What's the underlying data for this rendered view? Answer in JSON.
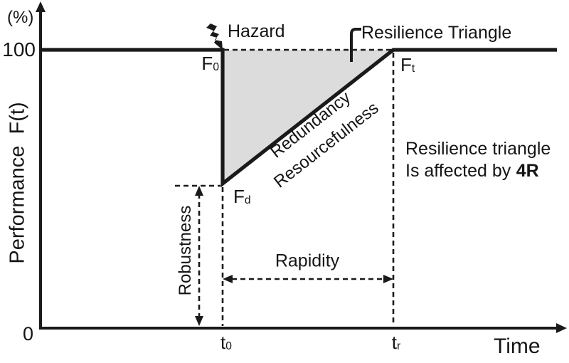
{
  "figure": {
    "colors": {
      "stroke": "#1a1a1a",
      "triangle_fill": "#dcdcdc",
      "background": "#ffffff"
    },
    "icons": {
      "hazard_icon": "lightning-bolt",
      "triangle_pointer_icon": "corner-bracket-leader",
      "axis_arrows": "solid-triangle-arrowheads",
      "measure_arrows": "dashed-double-headed-arrows"
    },
    "y_axis": {
      "unit": "(%)",
      "tick_100": "100",
      "label": "Performance  F(t)",
      "origin": "0"
    },
    "x_axis": {
      "label": "Time",
      "tick_t0": {
        "base": "t",
        "sub": "0"
      },
      "tick_tr": {
        "base": "t",
        "sub": "r"
      }
    },
    "curve_points": {
      "f0": {
        "base": "F",
        "sub": "0"
      },
      "fd": {
        "base": "F",
        "sub": "d"
      },
      "ft": {
        "base": "F",
        "sub": "t"
      }
    },
    "labels": {
      "hazard": "Hazard",
      "resilience_triangle": "Resilience Triangle",
      "redundancy": "Redundancy",
      "resourcefulness": "Resourcefulness",
      "robustness": "Robustness",
      "rapidity": "Rapidity",
      "note_line1": "Resilience triangle",
      "note_line2": "Is affected by",
      "note_line2_bold": "4R"
    }
  },
  "chart_data": {
    "type": "line",
    "title": "Resilience Triangle",
    "xlabel": "Time",
    "ylabel": "Performance F(t) (%)",
    "ylim": [
      0,
      110
    ],
    "y_ticks": [
      100
    ],
    "x_tick_labels": [
      "t0",
      "tr"
    ],
    "grid": false,
    "series": [
      {
        "name": "Performance F(t)",
        "x": [
          "0",
          "t0",
          "t0",
          "tr",
          "end-of-axis"
        ],
        "y": [
          100,
          100,
          52,
          100,
          100
        ],
        "note": "Instant drop from F0=100% to Fd (~52%) at hazard time t0, linear recovery to Ft=100% at tr"
      }
    ],
    "shaded_region": {
      "name": "resilience-triangle",
      "vertices_xy": [
        [
          "t0",
          100
        ],
        [
          "tr",
          100
        ],
        [
          "t0",
          52
        ]
      ],
      "fill": "#dcdcdc"
    },
    "annotations": [
      "Hazard",
      "Resilience Triangle",
      "F0",
      "Fd",
      "Ft",
      "Redundancy",
      "Resourcefulness",
      "Robustness (vertical dashed arrow: performance drop from Fd to 0 axis)",
      "Rapidity (horizontal dashed arrow: t0 to tr)",
      "Resilience triangle Is affected by 4R"
    ]
  }
}
